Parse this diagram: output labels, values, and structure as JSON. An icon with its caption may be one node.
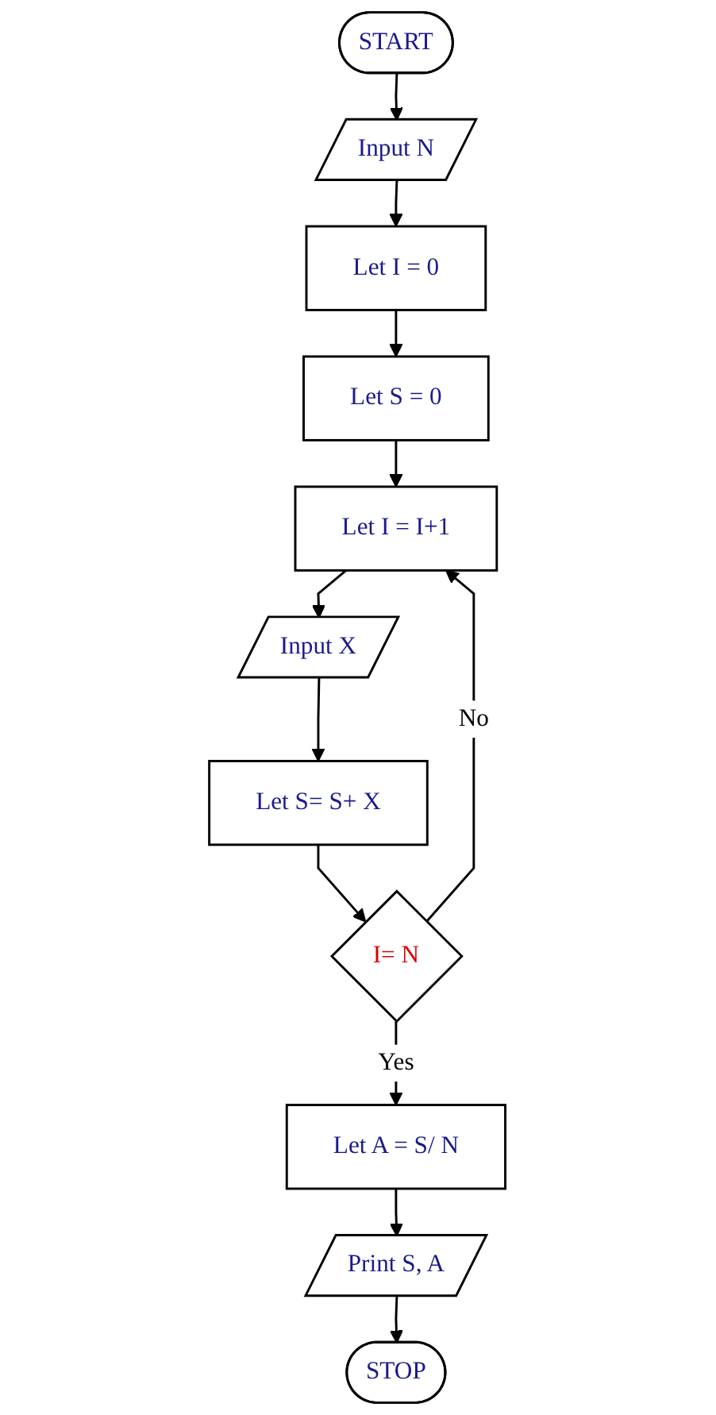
{
  "diagram": {
    "nodes": [
      {
        "text": [
          "START"
        ]
      },
      {
        "text": [
          "Input N"
        ]
      },
      {
        "text": [
          "Let I = 0"
        ]
      },
      {
        "text": [
          "Let S = 0"
        ]
      },
      {
        "text": [
          "Let I = I+1"
        ]
      },
      {
        "text": [
          "Input X"
        ]
      },
      {
        "text": [
          "Let S= S+ X"
        ]
      },
      {
        "text": [
          "I= N"
        ]
      },
      {
        "text": [
          "Let A = S/ N"
        ]
      },
      {
        "text": [
          "Print S, A"
        ]
      },
      {
        "text": [
          "STOP"
        ]
      }
    ],
    "edges": [
      {
        "from": 0,
        "to": 1,
        "arrow": "to"
      },
      {
        "from": 1,
        "to": 2,
        "arrow": "to"
      },
      {
        "from": 2,
        "to": 3,
        "arrow": "to"
      },
      {
        "from": 3,
        "to": 4,
        "arrow": "to"
      },
      {
        "from": 4,
        "to": 5,
        "arrow": "to"
      },
      {
        "from": 5,
        "to": 6,
        "arrow": "to"
      },
      {
        "from": 6,
        "to": 7,
        "arrow": "to"
      },
      {
        "from": 7,
        "to": 4,
        "label": "No",
        "arrow": "to"
      },
      {
        "from": 7,
        "to": 8,
        "label": "Yes",
        "arrow": "to"
      },
      {
        "from": 8,
        "to": 9,
        "arrow": "to"
      },
      {
        "from": 9,
        "to": 10,
        "arrow": "to"
      }
    ]
  }
}
